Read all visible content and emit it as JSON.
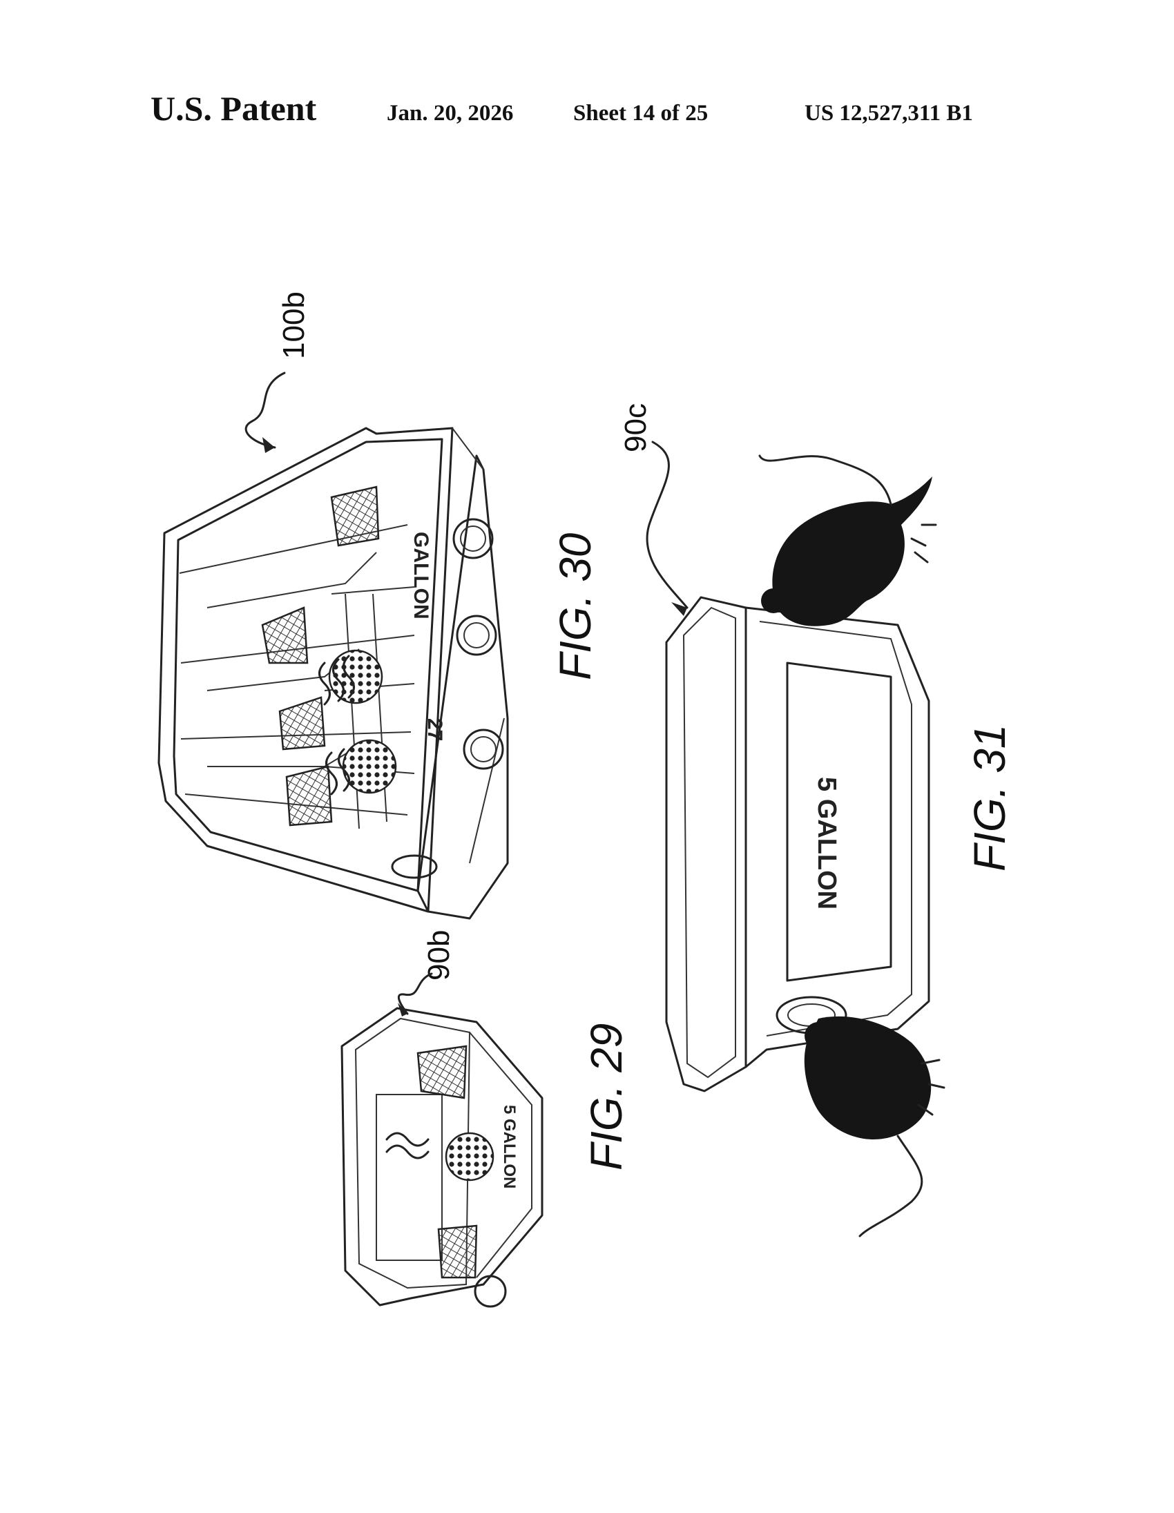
{
  "header": {
    "title": "U.S. Patent",
    "date": "Jan. 20, 2026",
    "sheet": "Sheet 14 of 25",
    "number": "US 12,527,311 B1"
  },
  "figures": {
    "fig30": {
      "caption": "FIG. 30",
      "ref": "100b",
      "body_marks": [
        "GALLON",
        "27"
      ]
    },
    "fig29": {
      "caption": "FIG. 29",
      "ref": "90b",
      "body_mark": "5 GALLON"
    },
    "fig31": {
      "caption": "FIG. 31",
      "ref": "90c",
      "body_mark": "5 GALLON"
    }
  }
}
